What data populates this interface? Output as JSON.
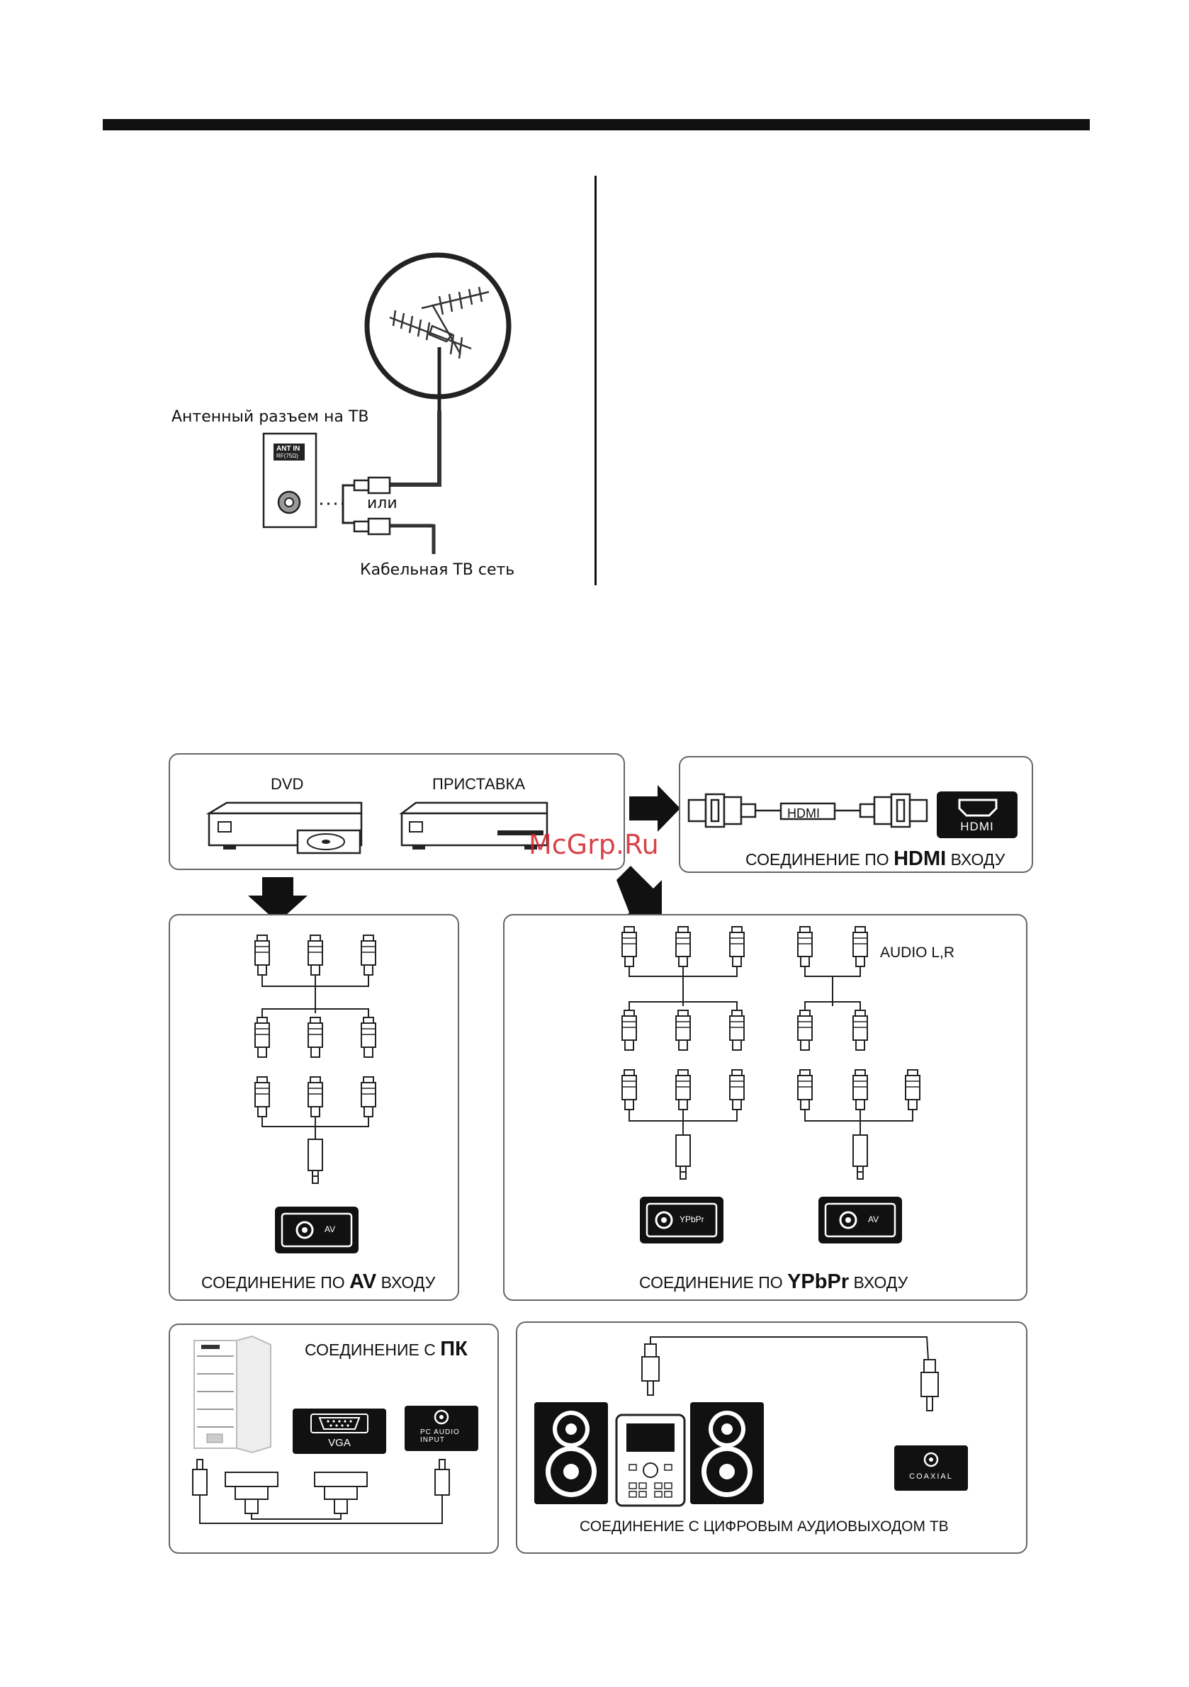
{
  "antenna": {
    "tv_jack_label": "Антенный разъем на ТВ",
    "or_label": "или",
    "cable_label": "Кабельная ТВ сеть",
    "port_label": "ANT IN",
    "port_sublabel": "RF(75Ω)"
  },
  "sources": {
    "dvd": "DVD",
    "stb": "ПРИСТАВКА"
  },
  "hdmi": {
    "cable_label": "HDMI",
    "port_label": "HDMI",
    "caption_pre": "СОЕДИНЕНИЕ ПО",
    "caption_bold": "HDMI",
    "caption_post": "ВХОДУ"
  },
  "av": {
    "port_label": "AV",
    "caption_pre": "СОЕДИНЕНИЕ ПО",
    "caption_bold": "AV",
    "caption_post": "ВХОДУ"
  },
  "ypbpr": {
    "audio_label": "AUDIO L,R",
    "port_label": "YPbPr",
    "av_port_label": "AV",
    "caption_pre": "СОЕДИНЕНИЕ ПО",
    "caption_bold": "YPbPr",
    "caption_post": "ВХОДУ"
  },
  "pc": {
    "caption_pre": "СОЕДИНЕНИЕ С",
    "caption_bold": "ПК",
    "vga_label": "VGA",
    "audio_label_1": "PC AUDIO",
    "audio_label_2": "INPUT"
  },
  "coaxial": {
    "port_label": "COAXIAL",
    "caption": "СОЕДИНЕНИЕ С ЦИФРОВЫМ АУДИОВЫХОДОМ ТВ"
  },
  "watermark": "McGrp.Ru",
  "icons": [
    "antenna-icon",
    "dvd-player-icon",
    "set-top-box-icon",
    "rca-plug-icon",
    "hdmi-cable-icon",
    "pc-tower-icon",
    "speaker-icon",
    "audio-system-icon",
    "down-arrow-icon",
    "right-arrow-icon"
  ],
  "colors": {
    "ink": "#111111",
    "panel_border": "#666666",
    "watermark": "#d2232a"
  }
}
